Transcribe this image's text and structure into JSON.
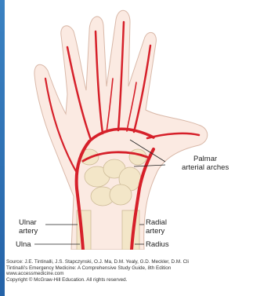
{
  "labels": {
    "palmar_arches": [
      "Palmar",
      "arterial arches"
    ],
    "ulnar_artery": [
      "Ulnar",
      "artery"
    ],
    "radial_artery": [
      "Radial",
      "artery"
    ],
    "ulna": "Ulna",
    "radius": "Radius"
  },
  "caption": {
    "source": "Source: J.E. Tintinalli, J.S. Stapczynski, O.J. Ma, D.M. Yealy, G.D. Meckler, D.M. Cli",
    "book": "Tintinalli's Emergency Medicine: A Comprehensive Study Guide, 8th Edition",
    "website": "www.accessmedicine.com",
    "copyright": "Copyright © McGraw-Hill Education.  All rights reserved."
  },
  "colors": {
    "artery": "#d6202a",
    "skin": "#fbeae2",
    "bone": "#f3e6c8",
    "background": "#2a6fab"
  }
}
